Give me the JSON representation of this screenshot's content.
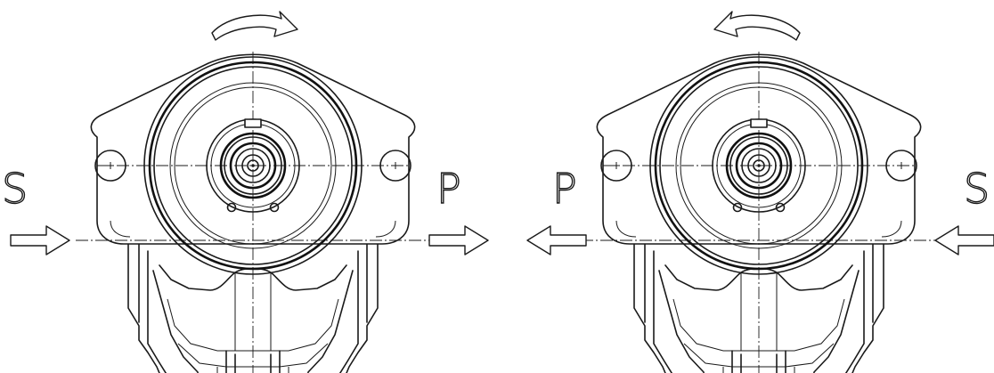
{
  "views": [
    {
      "id": "clockwise",
      "rotation": "clockwise",
      "left_port": "S",
      "right_port": "P"
    },
    {
      "id": "counter-clockwise",
      "rotation": "counter-clockwise",
      "left_port": "P",
      "right_port": "S"
    }
  ],
  "colors": {
    "line": "#1a1a1a",
    "background": "#ffffff"
  }
}
